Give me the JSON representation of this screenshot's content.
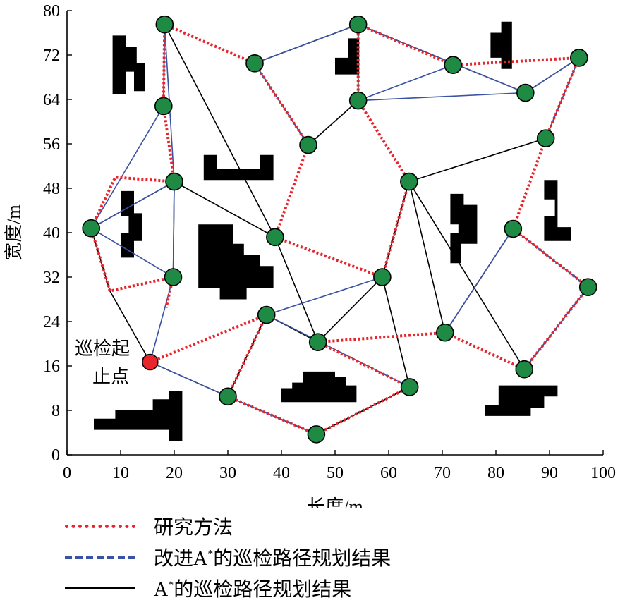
{
  "chart_data": {
    "type": "scatter",
    "xlabel": "长度/m",
    "ylabel": "宽度/m",
    "xlim": [
      0,
      100
    ],
    "ylim": [
      0,
      80
    ],
    "xticks": [
      0,
      10,
      20,
      30,
      40,
      50,
      60,
      70,
      80,
      90,
      100
    ],
    "yticks": [
      0,
      8,
      16,
      24,
      32,
      40,
      48,
      56,
      64,
      72,
      80
    ],
    "start_label_line1": "巡检起",
    "start_label_line2": "止点",
    "start_point": [
      15.5,
      16.7
    ],
    "colors": {
      "node": "#1e8a44",
      "start": "#e8252c",
      "research": "#e8252c",
      "improved": "#3a52a5",
      "astar": "#000000",
      "obstacle": "#000000"
    },
    "nodes": [
      [
        18.2,
        77.5
      ],
      [
        35.0,
        70.5
      ],
      [
        54.3,
        77.5
      ],
      [
        72.0,
        70.2
      ],
      [
        95.5,
        71.5
      ],
      [
        85.5,
        65.2
      ],
      [
        54.3,
        63.8
      ],
      [
        18.0,
        62.8
      ],
      [
        45.0,
        55.8
      ],
      [
        89.3,
        57.0
      ],
      [
        20.0,
        49.2
      ],
      [
        63.8,
        49.2
      ],
      [
        4.5,
        40.8
      ],
      [
        38.8,
        39.2
      ],
      [
        83.2,
        40.7
      ],
      [
        19.8,
        32.0
      ],
      [
        58.8,
        32.0
      ],
      [
        97.2,
        30.2
      ],
      [
        37.2,
        25.2
      ],
      [
        46.8,
        20.3
      ],
      [
        70.5,
        22.0
      ],
      [
        85.3,
        15.4
      ],
      [
        30.0,
        10.5
      ],
      [
        63.9,
        12.2
      ],
      [
        46.5,
        3.7
      ]
    ],
    "obstacles": [
      [
        [
          8.5,
          65.0
        ],
        [
          11.0,
          65.0
        ],
        [
          11.0,
          69.0
        ],
        [
          12.5,
          69.0
        ],
        [
          12.5,
          65.5
        ],
        [
          14.5,
          65.5
        ],
        [
          14.5,
          70.5
        ],
        [
          13.0,
          70.5
        ],
        [
          13.0,
          73.5
        ],
        [
          11.0,
          73.5
        ],
        [
          11.0,
          75.5
        ],
        [
          8.5,
          75.5
        ]
      ],
      [
        [
          25.5,
          49.5
        ],
        [
          38.5,
          49.5
        ],
        [
          38.5,
          54.0
        ],
        [
          36.0,
          54.0
        ],
        [
          36.0,
          51.5
        ],
        [
          28.0,
          51.5
        ],
        [
          28.0,
          54.0
        ],
        [
          25.5,
          54.0
        ]
      ],
      [
        [
          10.0,
          35.5
        ],
        [
          12.5,
          35.5
        ],
        [
          12.5,
          38.5
        ],
        [
          14.0,
          38.5
        ],
        [
          14.0,
          35.0
        ],
        [
          14.0,
          43.5
        ],
        [
          12.5,
          43.5
        ],
        [
          12.5,
          47.5
        ],
        [
          10.0,
          47.5
        ],
        [
          10.0,
          43.0
        ],
        [
          11.5,
          43.0
        ],
        [
          11.5,
          40.0
        ],
        [
          10.0,
          40.0
        ]
      ],
      [
        [
          24.5,
          30.0
        ],
        [
          28.5,
          30.0
        ],
        [
          28.5,
          28.0
        ],
        [
          33.5,
          28.0
        ],
        [
          33.5,
          30.0
        ],
        [
          38.5,
          30.0
        ],
        [
          38.5,
          34.0
        ],
        [
          36.0,
          34.0
        ],
        [
          36.0,
          36.0
        ],
        [
          33.0,
          36.0
        ],
        [
          33.0,
          38.0
        ],
        [
          31.0,
          38.0
        ],
        [
          31.0,
          41.5
        ],
        [
          24.5,
          41.5
        ]
      ],
      [
        [
          50.0,
          68.5
        ],
        [
          54.5,
          68.5
        ],
        [
          54.5,
          75.0
        ],
        [
          52.5,
          75.0
        ],
        [
          52.5,
          71.5
        ],
        [
          50.0,
          71.5
        ]
      ],
      [
        [
          81.0,
          69.5
        ],
        [
          83.0,
          69.5
        ],
        [
          83.0,
          78.0
        ],
        [
          81.0,
          78.0
        ],
        [
          81.0,
          76.0
        ],
        [
          79.0,
          76.0
        ],
        [
          79.0,
          71.5
        ],
        [
          81.0,
          71.5
        ]
      ],
      [
        [
          71.5,
          34.5
        ],
        [
          73.5,
          34.5
        ],
        [
          73.5,
          38.0
        ],
        [
          76.5,
          38.0
        ],
        [
          76.5,
          45.0
        ],
        [
          74.0,
          45.0
        ],
        [
          74.0,
          47.0
        ],
        [
          71.5,
          47.0
        ],
        [
          71.5,
          41.5
        ],
        [
          73.0,
          41.5
        ],
        [
          73.0,
          40.0
        ],
        [
          71.5,
          40.0
        ]
      ],
      [
        [
          89.0,
          38.5
        ],
        [
          94.0,
          38.5
        ],
        [
          94.0,
          41.0
        ],
        [
          91.5,
          41.0
        ],
        [
          91.5,
          49.5
        ],
        [
          89.0,
          49.5
        ],
        [
          89.0,
          46.0
        ],
        [
          91.0,
          46.0
        ],
        [
          91.0,
          43.0
        ],
        [
          89.0,
          43.0
        ]
      ],
      [
        [
          40.0,
          9.5
        ],
        [
          54.0,
          9.5
        ],
        [
          54.0,
          12.5
        ],
        [
          52.0,
          12.5
        ],
        [
          52.0,
          14.0
        ],
        [
          50.0,
          14.0
        ],
        [
          50.0,
          15.0
        ],
        [
          44.0,
          15.0
        ],
        [
          44.0,
          13.0
        ],
        [
          42.0,
          13.0
        ],
        [
          42.0,
          12.0
        ],
        [
          40.0,
          12.0
        ]
      ],
      [
        [
          5.0,
          4.5
        ],
        [
          19.0,
          4.5
        ],
        [
          19.0,
          2.5
        ],
        [
          21.5,
          2.5
        ],
        [
          21.5,
          11.5
        ],
        [
          19.0,
          11.5
        ],
        [
          19.0,
          10.0
        ],
        [
          16.0,
          10.0
        ],
        [
          16.0,
          8.0
        ],
        [
          9.0,
          8.0
        ],
        [
          9.0,
          6.5
        ],
        [
          5.0,
          6.5
        ]
      ],
      [
        [
          78.0,
          7.0
        ],
        [
          86.5,
          7.0
        ],
        [
          86.5,
          8.5
        ],
        [
          89.0,
          8.5
        ],
        [
          89.0,
          10.5
        ],
        [
          91.5,
          10.5
        ],
        [
          91.5,
          12.5
        ],
        [
          80.5,
          12.5
        ],
        [
          80.5,
          11.0
        ],
        [
          80.5,
          9.0
        ],
        [
          78.0,
          9.0
        ]
      ]
    ],
    "series": [
      {
        "name": "研究方法",
        "style": "research",
        "path": [
          [
            15.5,
            16.7
          ],
          [
            37.2,
            25.2
          ],
          [
            30.0,
            10.5
          ],
          [
            46.5,
            3.7
          ],
          [
            63.9,
            12.2
          ],
          [
            46.8,
            20.3
          ],
          [
            70.5,
            22.0
          ],
          [
            85.3,
            15.4
          ],
          [
            97.2,
            30.2
          ],
          [
            83.2,
            40.7
          ],
          [
            89.3,
            57.0
          ],
          [
            95.5,
            71.5
          ],
          [
            72.0,
            70.2
          ],
          [
            54.3,
            77.5
          ],
          [
            54.3,
            63.8
          ],
          [
            63.8,
            49.2
          ],
          [
            58.8,
            32.0
          ],
          [
            38.8,
            39.2
          ],
          [
            45.0,
            55.8
          ],
          [
            35.0,
            70.5
          ],
          [
            18.2,
            77.5
          ],
          [
            18.0,
            62.8
          ],
          [
            20.0,
            49.2
          ],
          [
            9.0,
            50.0
          ],
          [
            4.5,
            40.8
          ],
          [
            8.0,
            29.5
          ],
          [
            19.8,
            32.0
          ],
          [
            18.5,
            26.5
          ]
        ]
      },
      {
        "name": "改进A*的巡检路径规划结果",
        "style": "improved",
        "path": [
          [
            18.2,
            77.5
          ],
          [
            20.0,
            49.2
          ],
          [
            19.8,
            32.0
          ],
          [
            4.5,
            40.8
          ],
          [
            18.0,
            62.8
          ],
          [
            18.2,
            77.5
          ]
        ],
        "extra": [
          [
            [
              4.5,
              40.8
            ],
            [
              20.0,
              49.2
            ]
          ],
          [
            [
              15.5,
              16.7
            ],
            [
              30.0,
              10.5
            ],
            [
              46.5,
              3.7
            ]
          ],
          [
            [
              15.5,
              16.7
            ],
            [
              19.8,
              32.0
            ]
          ],
          [
            [
              37.2,
              25.2
            ],
            [
              63.9,
              12.2
            ]
          ],
          [
            [
              37.2,
              25.2
            ],
            [
              58.8,
              32.0
            ]
          ],
          [
            [
              35.0,
              70.5
            ],
            [
              54.3,
              77.5
            ],
            [
              85.5,
              65.2
            ]
          ],
          [
            [
              35.0,
              70.5
            ],
            [
              45.0,
              55.8
            ]
          ],
          [
            [
              54.3,
              63.8
            ],
            [
              72.0,
              70.2
            ]
          ],
          [
            [
              54.3,
              63.8
            ],
            [
              85.5,
              65.2
            ]
          ],
          [
            [
              85.5,
              65.2
            ],
            [
              95.5,
              71.5
            ],
            [
              89.3,
              57.0
            ]
          ],
          [
            [
              70.5,
              22.0
            ],
            [
              83.2,
              40.7
            ],
            [
              97.2,
              30.2
            ],
            [
              85.3,
              15.4
            ]
          ]
        ]
      },
      {
        "name": "A*的巡检路径规划结果",
        "style": "astar",
        "path": [
          [
            18.2,
            77.5
          ],
          [
            38.8,
            39.2
          ],
          [
            20.0,
            49.2
          ],
          [
            19.8,
            32.0
          ]
        ],
        "extra": [
          [
            [
              4.5,
              40.8
            ],
            [
              20.0,
              49.2
            ]
          ],
          [
            [
              4.5,
              40.8
            ],
            [
              8.0,
              29.5
            ],
            [
              15.5,
              16.7
            ]
          ],
          [
            [
              15.5,
              16.7
            ],
            [
              30.0,
              10.5
            ],
            [
              46.5,
              3.7
            ],
            [
              63.9,
              12.2
            ],
            [
              58.8,
              32.0
            ],
            [
              46.8,
              20.3
            ],
            [
              38.8,
              39.2
            ]
          ],
          [
            [
              30.0,
              10.5
            ],
            [
              37.2,
              25.2
            ],
            [
              46.8,
              20.3
            ]
          ],
          [
            [
              18.2,
              77.5
            ],
            [
              18.0,
              62.8
            ]
          ],
          [
            [
              35.0,
              70.5
            ],
            [
              45.0,
              55.8
            ],
            [
              54.3,
              63.8
            ],
            [
              54.3,
              77.5
            ],
            [
              85.5,
              65.2
            ],
            [
              95.5,
              71.5
            ],
            [
              89.3,
              57.0
            ],
            [
              63.8,
              49.2
            ],
            [
              85.3,
              15.4
            ],
            [
              97.2,
              30.2
            ],
            [
              83.2,
              40.7
            ],
            [
              70.5,
              22.0
            ],
            [
              63.8,
              49.2
            ]
          ],
          [
            [
              35.0,
              70.5
            ],
            [
              54.3,
              77.5
            ]
          ],
          [
            [
              58.8,
              32.0
            ],
            [
              63.8,
              49.2
            ]
          ]
        ]
      }
    ]
  },
  "legend": [
    {
      "label": "研究方法",
      "style": "research"
    },
    {
      "label": "改进A",
      "sup": "*",
      "rest": "的巡检路径规划结果",
      "style": "improved"
    },
    {
      "label": "A",
      "sup": "*",
      "rest": "的巡检路径规划结果",
      "style": "astar"
    }
  ]
}
